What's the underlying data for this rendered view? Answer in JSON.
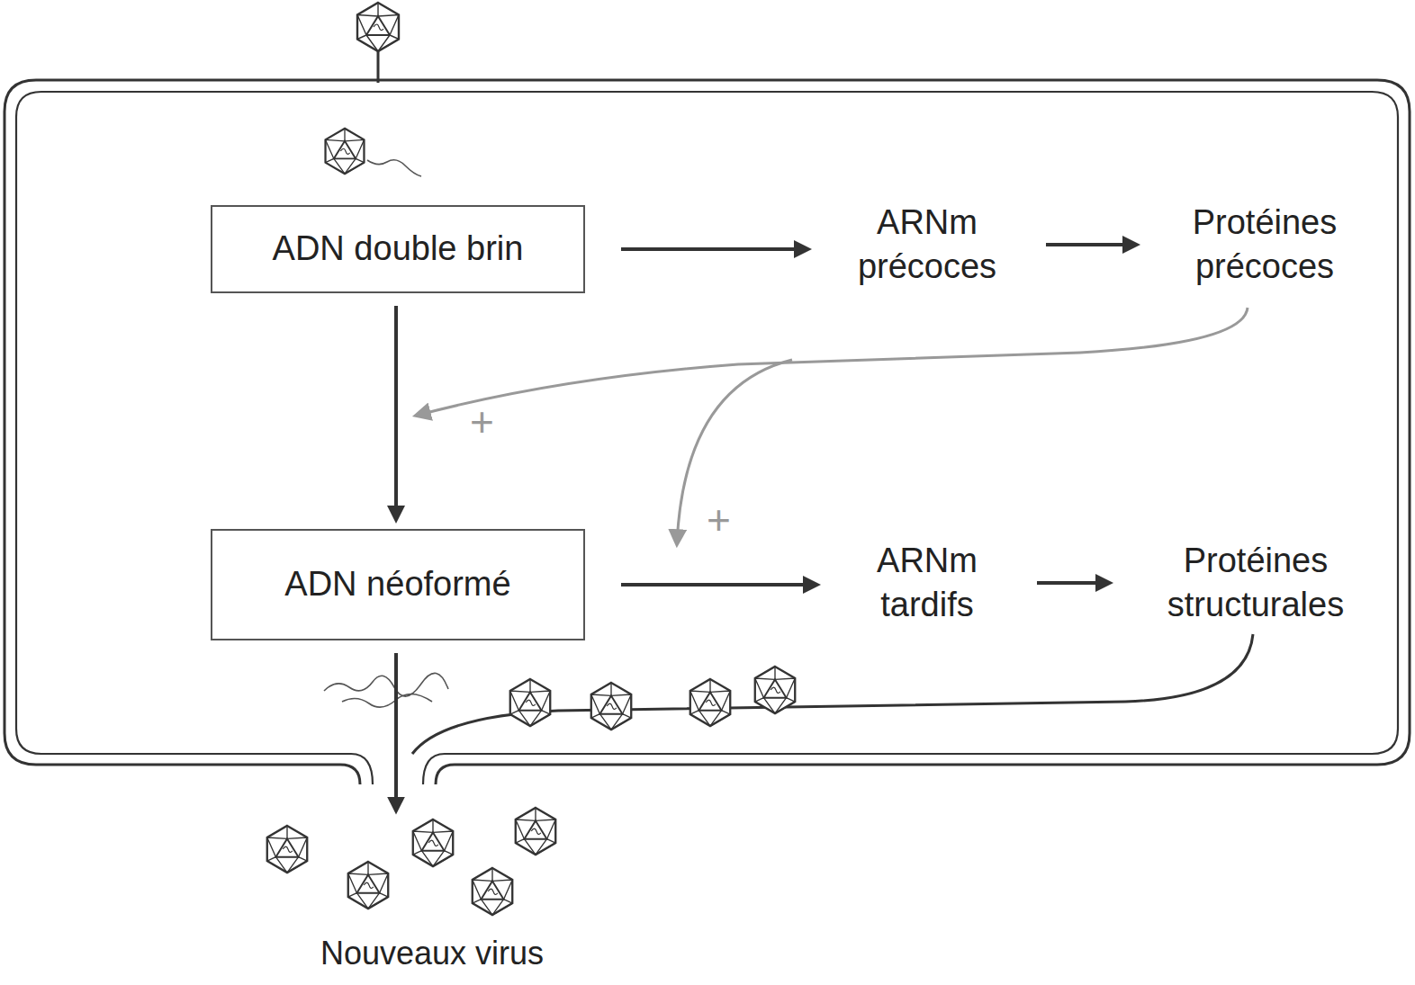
{
  "diagram": {
    "nodes": [
      {
        "text": [
          "ADN double brin"
        ]
      },
      {
        "text": [
          "ARNm précoces"
        ]
      },
      {
        "text": [
          "Protéines précoces"
        ]
      },
      {
        "text": [
          "ADN néoformé"
        ]
      },
      {
        "text": [
          "ARNm tardifs"
        ]
      },
      {
        "text": [
          "Protéines structurales"
        ]
      },
      {
        "text": [
          "Nouveaux virus"
        ]
      }
    ],
    "edges": [
      {
        "from": 0,
        "to": 1,
        "arrow": "to"
      },
      {
        "from": 1,
        "to": 2,
        "arrow": "to"
      },
      {
        "from": 0,
        "to": 3,
        "arrow": "to"
      },
      {
        "from": 3,
        "to": 4,
        "arrow": "to"
      },
      {
        "from": 4,
        "to": 5,
        "arrow": "to"
      },
      {
        "from": 3,
        "to": 6,
        "arrow": "to"
      }
    ],
    "labels": [
      "+",
      "+"
    ]
  }
}
